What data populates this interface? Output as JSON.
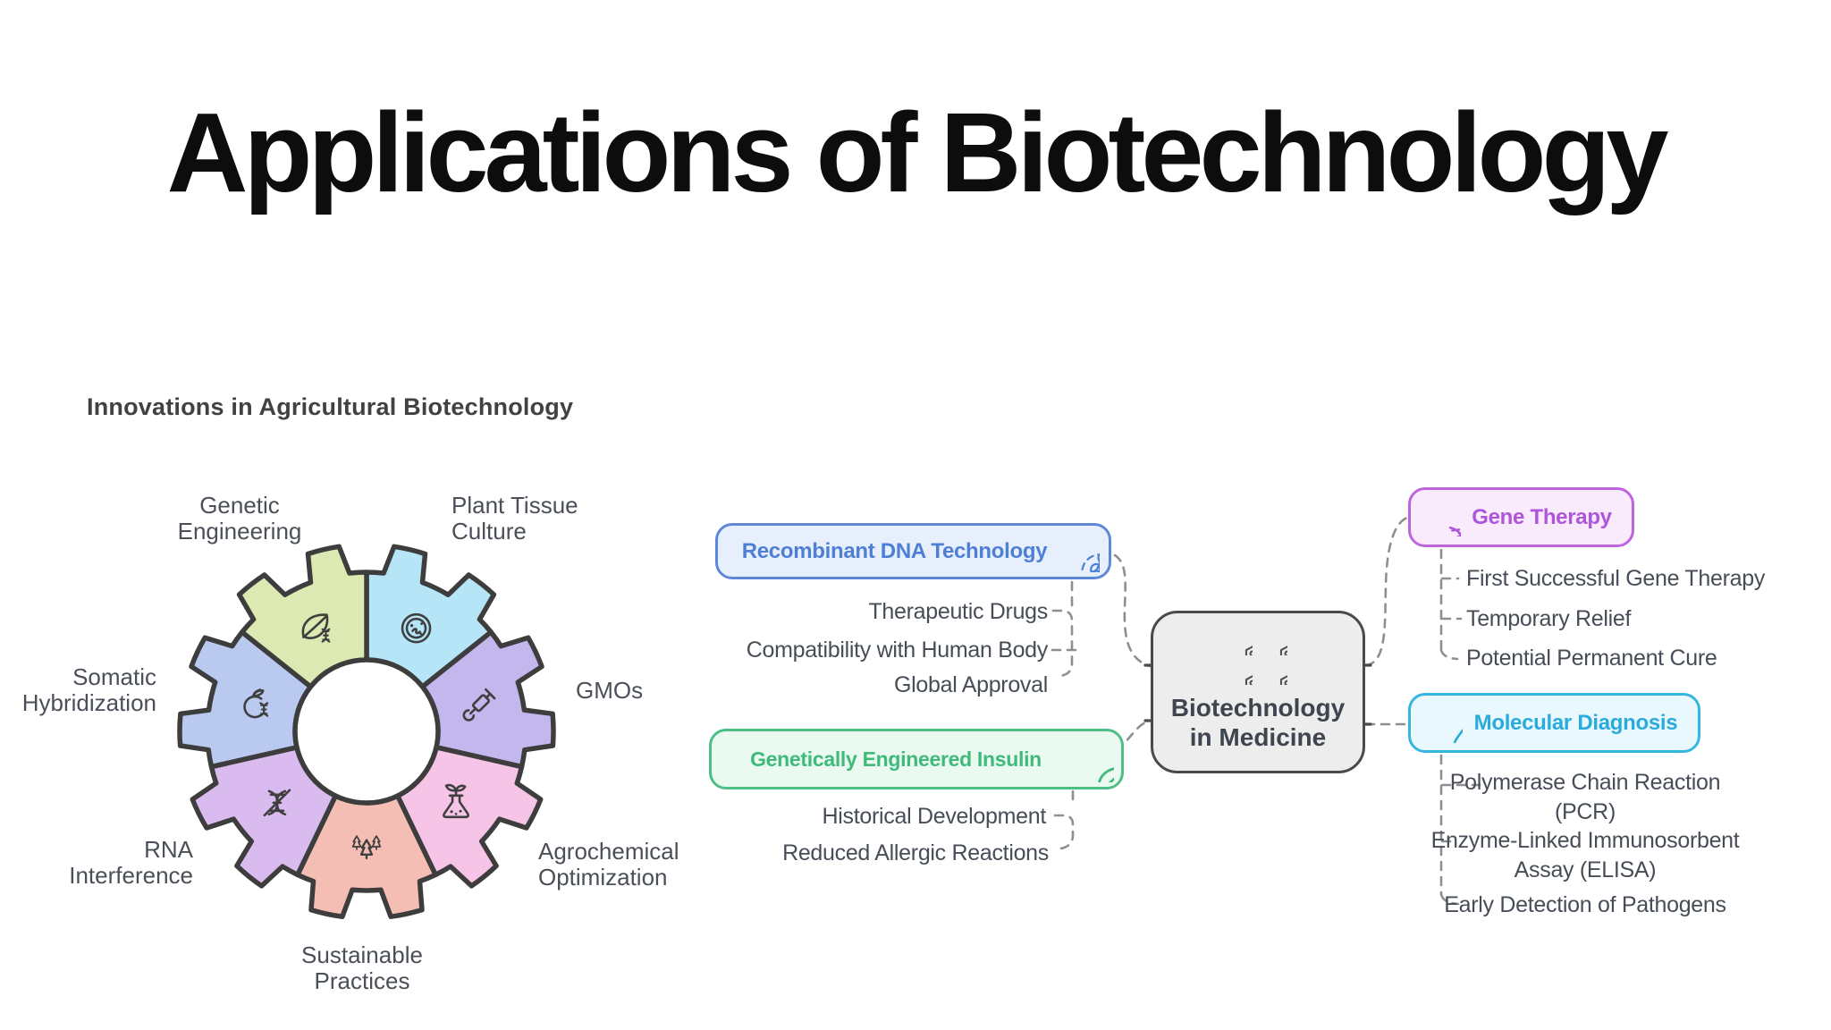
{
  "title": "Applications of Biotechnology",
  "agriculture": {
    "heading": "Innovations in Agricultural Biotechnology",
    "outline_color": "#3d3d3d",
    "segments": [
      {
        "id": "plant-tissue-culture",
        "label": "Plant Tissue\nCulture",
        "color": "#b5e5f6",
        "icon": "petri-dish-icon"
      },
      {
        "id": "gmos",
        "label": "GMOs",
        "color": "#c4b7ee",
        "icon": "syringe-icon"
      },
      {
        "id": "agrochemical-optimization",
        "label": "Agrochemical\nOptimization",
        "color": "#f6c4e6",
        "icon": "flask-sprout-icon"
      },
      {
        "id": "sustainable-practices",
        "label": "Sustainable\nPractices",
        "color": "#f5beb4",
        "icon": "pine-trees-icon"
      },
      {
        "id": "rna-interference",
        "label": "RNA\nInterference",
        "color": "#d9bbf0",
        "icon": "dna-slash-icon"
      },
      {
        "id": "somatic-hybridization",
        "label": "Somatic\nHybridization",
        "color": "#bac9f0",
        "icon": "apple-dna-icon"
      },
      {
        "id": "genetic-engineering",
        "label": "Genetic\nEngineering",
        "color": "#dde9b2",
        "icon": "leaf-dna-icon"
      }
    ]
  },
  "medicine": {
    "connector_color": "#8f8f8f",
    "subitem_color": "#474d57",
    "center": {
      "line1": "Biotechnology",
      "line2": "in Medicine",
      "icon": "phage-icon",
      "fill": "#ededed",
      "border": "#4a4a4a"
    },
    "branches": {
      "recombinant_dna": {
        "label": "Recombinant DNA Technology",
        "icon": "wheat-icon",
        "fill": "#e8effc",
        "border": "#5e87d8",
        "text_color": "#4d7fd6",
        "children": [
          "Therapeutic Drugs",
          "Compatibility with Human Body",
          "Global Approval"
        ]
      },
      "insulin": {
        "label": "Genetically Engineered Insulin",
        "icon": "leaf-dna-icon",
        "fill": "#eafaf1",
        "border": "#4dbe85",
        "text_color": "#3fba7a",
        "children": [
          "Historical Development",
          "Reduced Allergic Reactions"
        ]
      },
      "gene_therapy": {
        "label": "Gene Therapy",
        "icon": "dna-helix-icon",
        "fill": "#f9eafc",
        "border": "#bc64de",
        "text_color": "#ae56d9",
        "children": [
          "First Successful Gene Therapy",
          "Temporary Relief",
          "Potential Permanent Cure"
        ]
      },
      "molecular_diagnosis": {
        "label": "Molecular Diagnosis",
        "icon": "droplet-dna-icon",
        "fill": "#e9f8fd",
        "border": "#33b7e0",
        "text_color": "#2aabdd",
        "children": [
          "Polymerase Chain Reaction\n(PCR)",
          "Enzyme-Linked Immunosorbent\nAssay (ELISA)",
          "Early Detection of Pathogens"
        ]
      }
    }
  }
}
